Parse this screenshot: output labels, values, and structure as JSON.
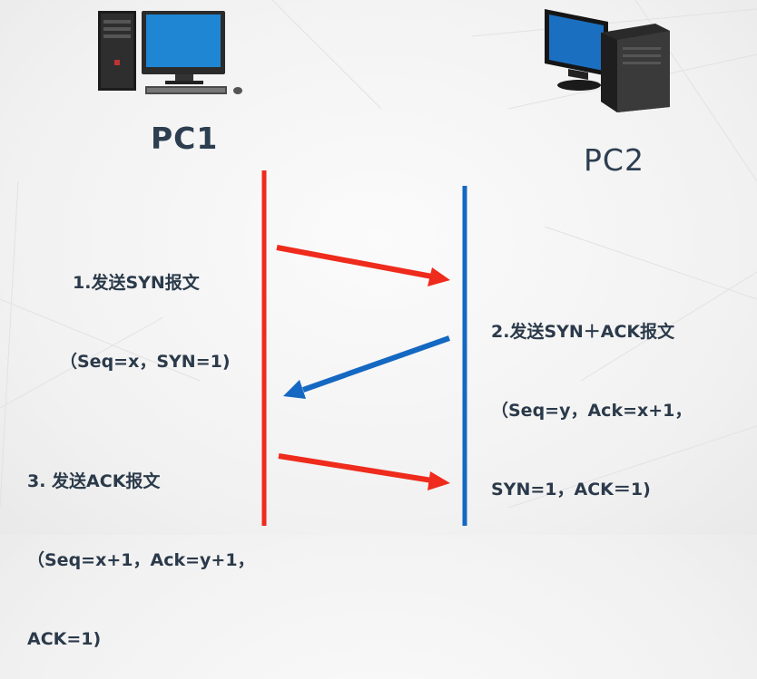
{
  "hosts": {
    "pc1": {
      "label": "PC1",
      "icon": "desktop-computer-icon"
    },
    "pc2": {
      "label": "PC2",
      "icon": "desktop-computer-icon"
    }
  },
  "messages": [
    {
      "lines": [
        "1.发送SYN报文",
        "（Seq=x，SYN=1)"
      ]
    },
    {
      "lines": [
        "2.发送SYN＋ACK报文",
        "（Seq=y，Ack=x+1，",
        "SYN=1，ACK＝1)"
      ]
    },
    {
      "lines": [
        "3. 发送ACK报文",
        "（Seq=x+1，Ack=y+1，",
        "ACK=1)"
      ]
    }
  ],
  "colors": {
    "pc1_line": "#ee2b1c",
    "pc2_line": "#1468c2",
    "text": "#2b3a4a"
  }
}
